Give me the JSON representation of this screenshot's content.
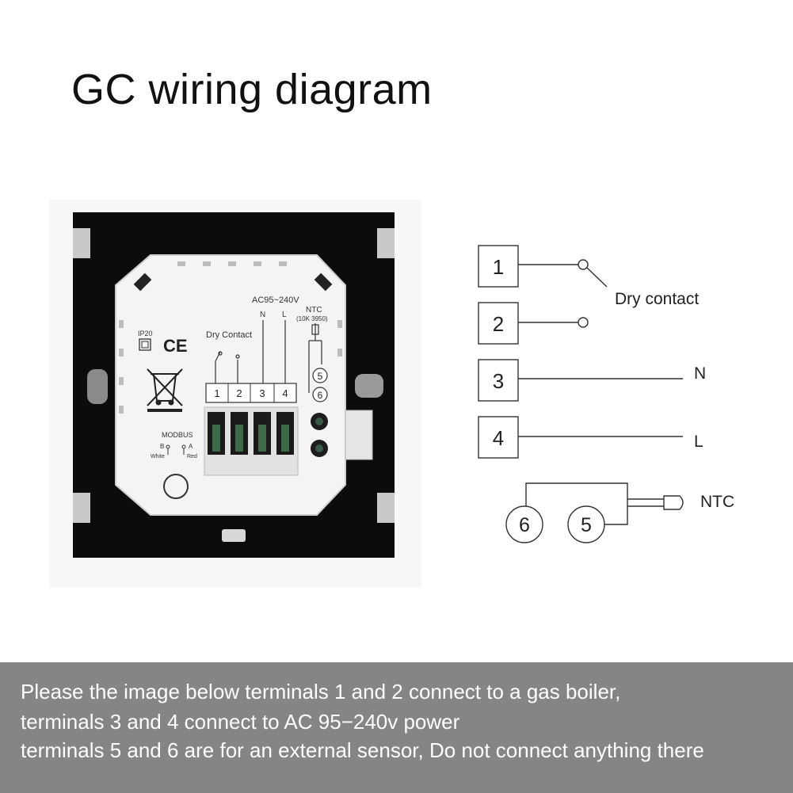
{
  "title": "GC wiring diagram",
  "device": {
    "ip_label": "IP20",
    "ce_label": "CE",
    "dry_contact_label": "Dry Contact",
    "ac_label": "AC95~240V",
    "n_label": "N",
    "l_label": "L",
    "ntc_label": "NTC",
    "ntc_spec": "(10K 3950)",
    "terminals": [
      "1",
      "2",
      "3",
      "4"
    ],
    "sensor_terminals": [
      "5",
      "6"
    ],
    "modbus_label": "MODBUS",
    "modbus_b": "B",
    "modbus_a": "A",
    "modbus_white": "White",
    "modbus_red": "Red"
  },
  "schematic": {
    "terminals": [
      "1",
      "2",
      "3",
      "4"
    ],
    "dry_contact_label": "Dry contact",
    "n_label": "N",
    "l_label": "L",
    "sensor_terminals": [
      "6",
      "5"
    ],
    "ntc_label": "NTC"
  },
  "footer": {
    "line1": "Please the image below terminals 1 and 2 connect to a  gas boiler,",
    "line2": "terminals 3 and 4 connect to AC 95−240v power",
    "line3": "terminals 5 and 6 are for an external sensor, Do not connect anything there"
  },
  "colors": {
    "panel": "#0c0c0c",
    "plate": "#f4f4f4",
    "footer": "#858585",
    "line": "#333333"
  }
}
